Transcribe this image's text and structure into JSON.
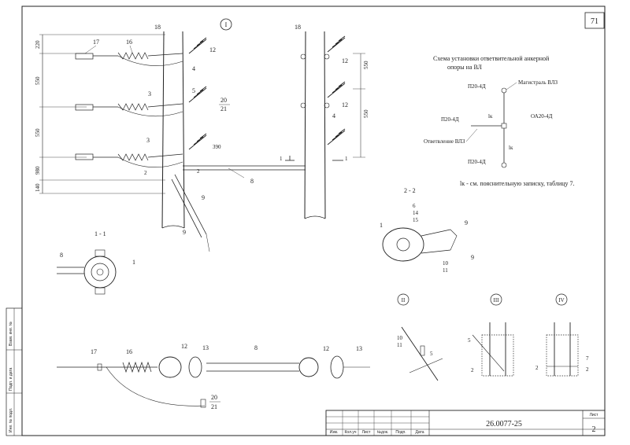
{
  "sheet": {
    "number": "71",
    "code": "26.0077-25",
    "sheet_label": "Лист",
    "sheet_no": "2"
  },
  "stamp": {
    "cols": [
      "Изм.",
      "Кол.уч",
      "Лист",
      "№док.",
      "Подп.",
      "Дата"
    ]
  },
  "side_stamp": [
    "Инв. № подл.",
    "Подп. и дата",
    "Взам. инв. №"
  ],
  "view_marks": {
    "main": "I",
    "v2": "II",
    "v3": "III",
    "v4": "IV"
  },
  "sections": {
    "s11": "1 - 1",
    "s22": "2 - 2"
  },
  "dims": {
    "d220": "220",
    "d550a": "550",
    "d550b": "550",
    "d980": "980",
    "d140": "140",
    "d390": "390",
    "r550a": "550",
    "r550b": "550"
  },
  "schema": {
    "title_line1": "Схема установки ответвительной анкерной",
    "title_line2": "опоры на ВЛ",
    "main_line": "Магистраль ВЛЗ",
    "branch_line": "Ответвление ВЛЗ",
    "p1": "П20-4Д",
    "p2": "П20-4Д",
    "p3": "П20-4Д",
    "oa": "ОА20-4Д",
    "lk": "lк",
    "lk2": "lк",
    "note": "lк - см. пояснительную записку, таблицу 7."
  },
  "pos": {
    "p1": "1",
    "p2": "2",
    "p3": "3",
    "p3b": "3",
    "p4": "4",
    "p4b": "4",
    "p5": "5",
    "p6": "6",
    "p7": "7",
    "p8": "8",
    "p8b": "8",
    "p8c": "8",
    "p9": "9",
    "p9b": "9",
    "p9c": "9",
    "p9d": "9",
    "p10": "10",
    "p10b": "10",
    "p11": "11",
    "p11b": "11",
    "p12": "12",
    "p12b": "12",
    "p12c": "12",
    "p12d": "12",
    "p13": "13",
    "p13b": "13",
    "p14": "14",
    "p15": "15",
    "p16": "16",
    "p16b": "16",
    "p17": "17",
    "p17b": "17",
    "p18": "18",
    "p18b": "18",
    "p20": "20",
    "p20b": "20",
    "p21": "21",
    "p21b": "21",
    "p2b": "2",
    "p2c": "2",
    "p2d": "2",
    "p1b": "1",
    "p1c": "1",
    "p1d": "1",
    "p5b": "5"
  }
}
